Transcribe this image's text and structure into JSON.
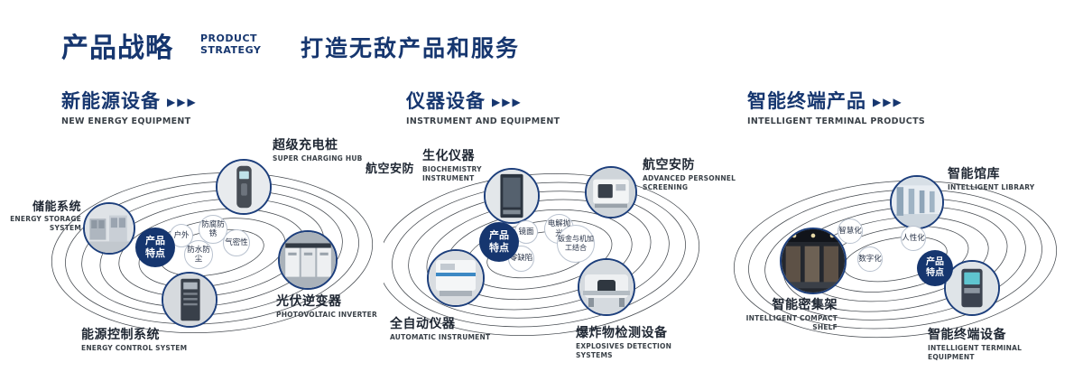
{
  "header": {
    "title": "产品战略",
    "subtitle_line1": "PRODUCT",
    "subtitle_line2": "STRATEGY",
    "tagline": "打造无敌产品和服务"
  },
  "colors": {
    "navy": "#16366f",
    "orbit_line": "#44494f"
  },
  "sections": [
    {
      "title": "新能源设备",
      "arrows": "▶▶▶",
      "subtitle": "NEW ENERGY EQUIPMENT",
      "badge": "产品特点",
      "tags": [
        "户外",
        "防腐防锈",
        "防水防尘",
        "气密性"
      ],
      "items": [
        {
          "name": "储能系统",
          "en": "ENERGY STORAGE SYSTEM"
        },
        {
          "name": "超级充电桩",
          "en": "SUPER CHARGING HUB"
        },
        {
          "name": "光伏逆变器",
          "en": "PHOTOVOLTAIC INVERTER"
        },
        {
          "name": "能源控制系统",
          "en": "ENERGY CONTROL SYSTEM"
        }
      ]
    },
    {
      "title": "仪器设备",
      "arrows": "▶▶▶",
      "subtitle": "INSTRUMENT AND EQUIPMENT",
      "badge": "产品特点",
      "extra_label": "航空安防",
      "tags": [
        "镜面",
        "电解抛光",
        "零缺陷",
        "钣金与机加工结合"
      ],
      "items": [
        {
          "name": "生化仪器",
          "en": "BIOCHEMISTRY INSTRUMENT"
        },
        {
          "name": "航空安防",
          "en": "ADVANCED PERSONNEL SCREENING"
        },
        {
          "name": "全自动仪器",
          "en": "AUTOMATIC INSTRUMENT"
        },
        {
          "name": "爆炸物检测设备",
          "en": "EXPLOSIVES DETECTION SYSTEMS"
        }
      ]
    },
    {
      "title": "智能终端产品",
      "arrows": "▶▶▶",
      "subtitle": "INTELLIGENT TERMINAL PRODUCTS",
      "badge": "产品特点",
      "tags": [
        "智慧化",
        "人性化",
        "数字化"
      ],
      "items": [
        {
          "name": "智能馆库",
          "en": "INTELLIGENT LIBRARY"
        },
        {
          "name": "智能密集架",
          "en": "INTELLIGENT COMPACT SHELF"
        },
        {
          "name": "智能终端设备",
          "en": "INTELLIGENT TERMINAL EQUIPMENT"
        }
      ]
    }
  ]
}
